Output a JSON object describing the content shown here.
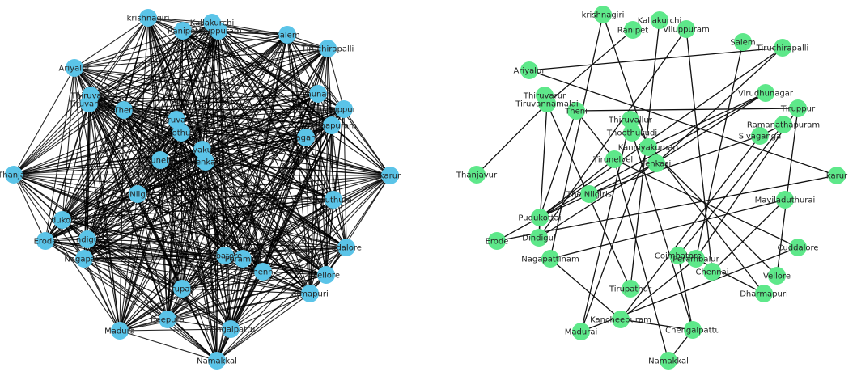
{
  "colors": {
    "dense_node": "#5bc4e8",
    "sparse_node": "#5ee88a",
    "edge": "#000000",
    "label": "#222222"
  },
  "node_names": [
    "krishnagiri",
    "Kallakurichi",
    "Ranipet",
    "Viluppuram",
    "Salem",
    "Tiruchirapalli",
    "Ariyalur",
    "Thiruvarur",
    "Tiruvannamalai",
    "Theni",
    "Thiruvallur",
    "Thoothukudi",
    "Virudhunagar",
    "Tiruppur",
    "Ramanathapuram",
    "Sivaganga",
    "Kanniyakumari",
    "Tirunelveli",
    "Tenkasi",
    "Thanjavur",
    "Karur",
    "The Nilgiris",
    "Mayiladuthurai",
    "Pudukottai",
    "Dindigul",
    "Erode",
    "Nagapattinam",
    "Coimbatore",
    "Perambalur",
    "Chennai",
    "Cuddalore",
    "Vellore",
    "Tirupathur",
    "Dharmapuri",
    "Kancheepuram",
    "Madurai",
    "Chengalpattu",
    "Namakkal"
  ],
  "dense_labels": {
    "krishnagiri": "krishnagiri",
    "Kallakurichi": "Kallakurchi",
    "Ranipet": "Ranipet",
    "Viluppuram": "Viluppuram",
    "Salem": "Salem",
    "Tiruchirapalli": "Tiruchirapalli",
    "Ariyalur": "Ariyalur",
    "Thiruvarur": "Thiruvaru",
    "Tiruvannamalai": "Tiruvanna",
    "Theni": "Then",
    "Thiruvallur": "ruva",
    "Thoothukudi": "othu",
    "Virudhunagar": "hunar",
    "Tiruppur": "uppur",
    "Ramanathapuram": "nathapuram",
    "Sivaganga": "agan",
    "Kanniyakumari": "yaku",
    "Tirunelveli": "runelv",
    "Tenkasi": "enka",
    "Thanjavur": "Thanjav",
    "Karur": "karur",
    "The Nilgiris": "Nilg",
    "Mayiladuthurai": "aduthura",
    "Pudukottai": "dukot",
    "Dindigul": "ndigu",
    "Erode": "Erode",
    "Nagapattinam": "Nagapatti",
    "Coimbatore": "mbatore",
    "Perambalur": "Perambu",
    "Chennai": "henn",
    "Cuddalore": "ddalore",
    "Vellore": "Vellore",
    "Tirupathur": "rupat",
    "Dharmapuri": "armapuri",
    "Kancheepuram": "heepura",
    "Madurai": "Madura",
    "Chengalpattu": "hengalpattu",
    "Namakkal": "Namakkal"
  },
  "sparse_labels": {
    "krishnagiri": "krishnagiri",
    "Kallakurichi": "Kallakurchi",
    "Ranipet": "Ranipet",
    "Viluppuram": "Viluppuram",
    "Salem": "Salem",
    "Tiruchirapalli": "Tiruchirapalli",
    "Ariyalur": "Ariyalur",
    "Thiruvarur": "Thiruvarur",
    "Tiruvannamalai": "Tiruvannamalai",
    "Theni": "Theni",
    "Thiruvallur": "Thiruvallur",
    "Thoothukudi": "Thoothukudi",
    "Virudhunagar": "Virudhunagar",
    "Tiruppur": "Tiruppur",
    "Ramanathapuram": "Ramanathapuram",
    "Sivaganga": "Sivaganga",
    "Kanniyakumari": "Kanniyakumari",
    "Tirunelveli": "Tirunelveli",
    "Tenkasi": "Tenkasi",
    "Thanjavur": "Thanjavur",
    "Karur": "karur",
    "The Nilgiris": "The Nilgiris",
    "Mayiladuthurai": "Mayiladuthurai",
    "Pudukottai": "Pudukottai",
    "Dindigul": "Dindigul",
    "Erode": "Erode",
    "Nagapattinam": "Nagapattinam",
    "Coimbatore": "Coimbatore",
    "Perambalur": "Perambalur",
    "Chennai": "Chennai",
    "Cuddalore": "Cuddalore",
    "Vellore": "Vellore",
    "Tirupathur": "Tirupathur",
    "Dharmapuri": "Dharmapuri",
    "Kancheepuram": "Kancheepuram",
    "Madurai": "Madurai",
    "Chengalpattu": "Chengalpattu",
    "Namakkal": "Namakkal"
  },
  "sparse_edges": [
    [
      "Thanjavur",
      "Tiruvannamalai"
    ],
    [
      "Ariyalur",
      "Tiruchirapalli"
    ],
    [
      "Ariyalur",
      "Karur"
    ],
    [
      "Tiruvannamalai",
      "Ranipet"
    ],
    [
      "Tiruvannamalai",
      "Dindigul"
    ],
    [
      "Tiruvannamalai",
      "Tirupathur"
    ],
    [
      "Theni",
      "Pudukottai"
    ],
    [
      "Theni",
      "Tiruppur"
    ],
    [
      "krishnagiri",
      "Kanniyakumari"
    ],
    [
      "krishnagiri",
      "Nagapattinam"
    ],
    [
      "Kallakurichi",
      "Tirupathur"
    ],
    [
      "Viluppuram",
      "Dindigul"
    ],
    [
      "Salem",
      "Perambalur"
    ],
    [
      "Tiruchirapalli",
      "Pudukottai"
    ],
    [
      "Tiruchirapalli",
      "Tenkasi"
    ],
    [
      "Thiruvallur",
      "Dharmapuri"
    ],
    [
      "Thiruvallur",
      "Madurai"
    ],
    [
      "Thoothukudi",
      "Chengalpattu"
    ],
    [
      "Virudhunagar",
      "Dindigul"
    ],
    [
      "Virudhunagar",
      "Kanniyakumari"
    ],
    [
      "Virudhunagar",
      "Erode"
    ],
    [
      "Ramanathapuram",
      "Sivaganga"
    ],
    [
      "Ramanathapuram",
      "Coimbatore"
    ],
    [
      "Sivaganga",
      "The Nilgiris"
    ],
    [
      "Sivaganga",
      "Kancheepuram"
    ],
    [
      "Kanniyakumari",
      "Tenkasi"
    ],
    [
      "Kanniyakumari",
      "Vellore"
    ],
    [
      "Kanniyakumari",
      "Madurai"
    ],
    [
      "Tirunelveli",
      "Theni"
    ],
    [
      "Tirunelveli",
      "Pudukottai"
    ],
    [
      "Tirunelveli",
      "Cuddalore"
    ],
    [
      "Tirunelveli",
      "Namakkal"
    ],
    [
      "Tenkasi",
      "Pudukottai"
    ],
    [
      "Karur",
      "Erode"
    ],
    [
      "Mayiladuthurai",
      "Chennai"
    ],
    [
      "Mayiladuthurai",
      "Nagapattinam"
    ],
    [
      "Pudukottai",
      "Dindigul"
    ],
    [
      "Nagapattinam",
      "Kancheepuram"
    ],
    [
      "Kancheepuram",
      "Chengalpattu"
    ],
    [
      "Kancheepuram",
      "Perambalur"
    ],
    [
      "Chengalpattu",
      "Coimbatore"
    ],
    [
      "Perambalur",
      "Tiruppur"
    ],
    [
      "Perambalur",
      "Dharmapuri"
    ],
    [
      "Vellore",
      "Tiruppur"
    ],
    [
      "Namakkal",
      "Chengalpattu"
    ],
    [
      "Chennai",
      "Viluppuram"
    ],
    [
      "Madurai",
      "Cuddalore"
    ]
  ]
}
